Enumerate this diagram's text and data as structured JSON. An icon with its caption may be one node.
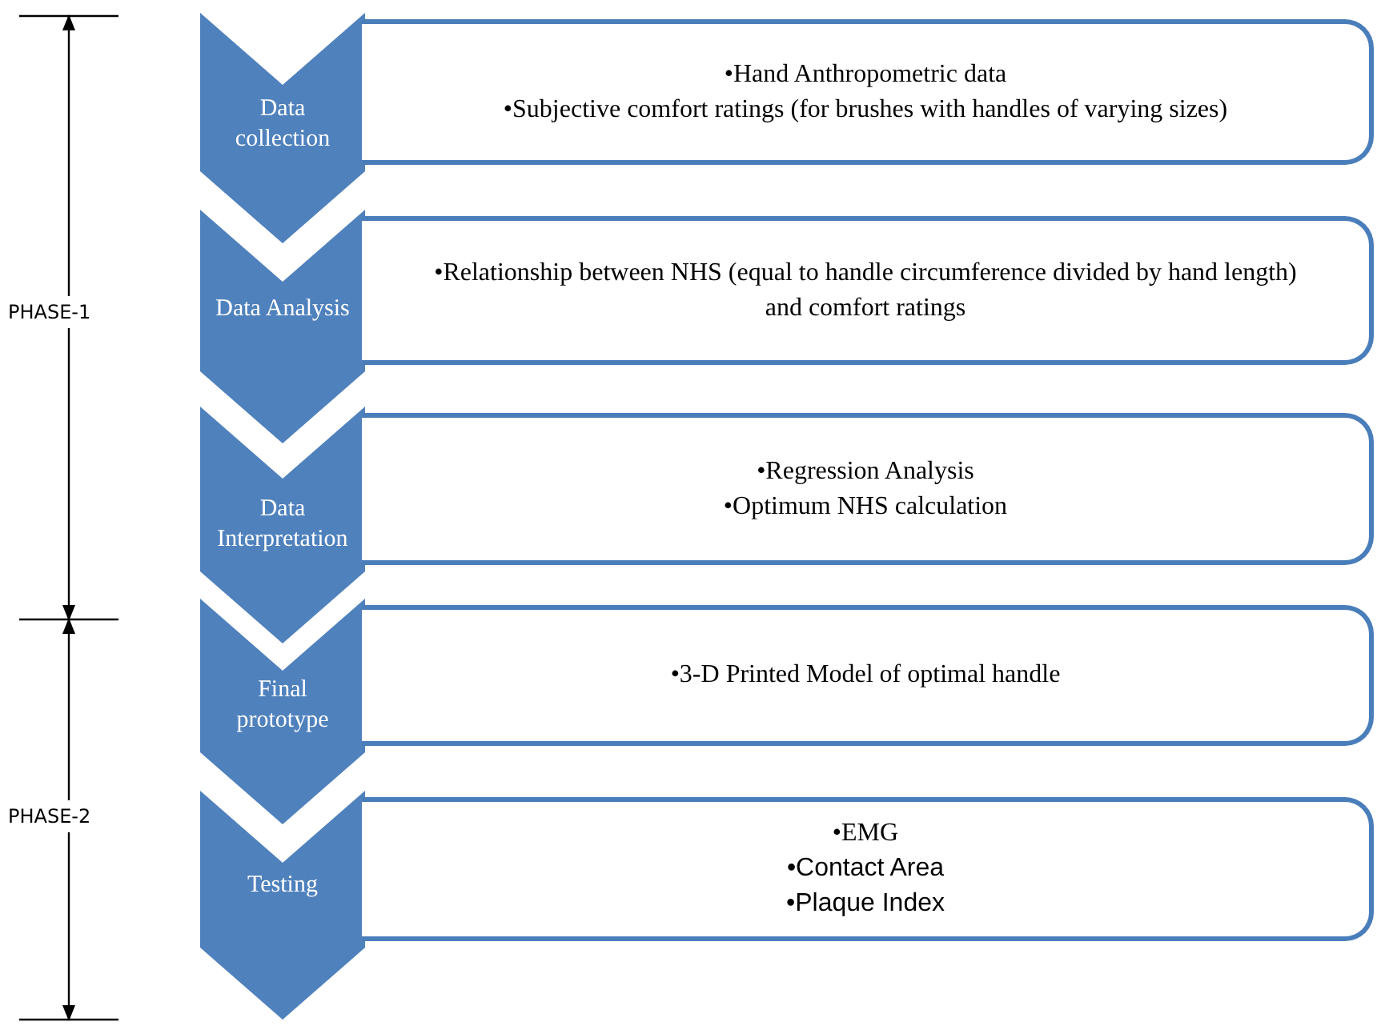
{
  "diagram": {
    "nodes": [
      {
        "text": [
          "Data collection"
        ]
      },
      {
        "text": [
          "•Hand Anthropometric data",
          "•Subjective comfort ratings (for  brushes with handles of varying sizes)"
        ]
      },
      {
        "text": [
          "Data Analysis"
        ]
      },
      {
        "text": [
          "•Relationship between NHS (equal to handle circumference divided by hand length) and comfort ratings"
        ]
      },
      {
        "text": [
          "Data Interpretation"
        ]
      },
      {
        "text": [
          "•Regression Analysis",
          "•Optimum NHS calculation"
        ]
      },
      {
        "text": [
          "Final prototype"
        ]
      },
      {
        "text": [
          "•3-D Printed Model  of optimal handle"
        ]
      },
      {
        "text": [
          "Testing"
        ]
      },
      {
        "text": [
          "•EMG",
          "•Contact Area",
          "•Plaque Index"
        ]
      }
    ],
    "labels": [
      "PHASE-1",
      "PHASE-2"
    ]
  }
}
